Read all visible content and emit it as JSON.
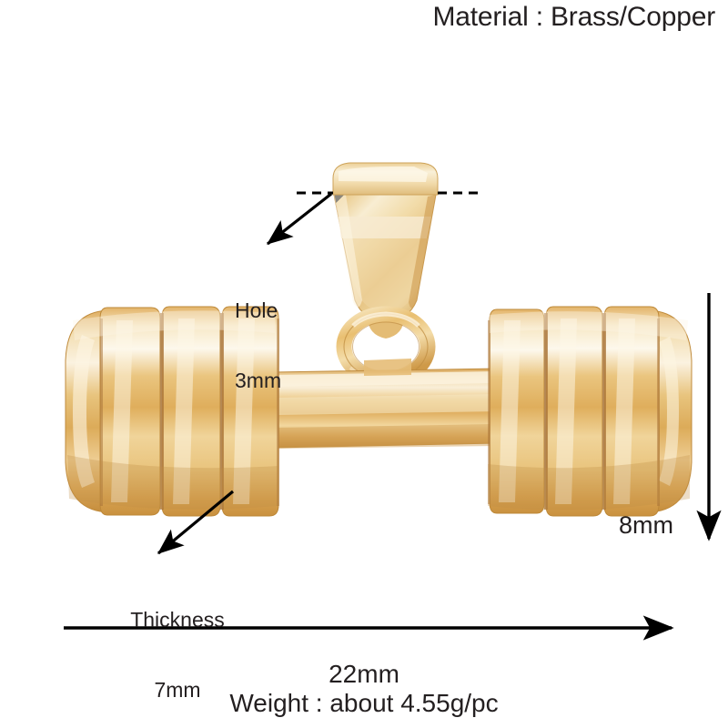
{
  "product": {
    "type": "dumbbell-pendant-charm",
    "material_text": "Material : Brass/Copper",
    "weight_text": "Weight : about 4.55g/pc"
  },
  "annotations": {
    "hole": {
      "line1": "Hole",
      "line2": "3mm",
      "full": "Hole 3mm"
    },
    "thickness": {
      "line1": "Thickness",
      "line2": "7mm",
      "full": "Thickness 7mm"
    },
    "height": "8mm",
    "width": "22mm"
  },
  "colors": {
    "background": "#ffffff",
    "text": "#231f20",
    "gold_light": "#f6e6c2",
    "gold_mid": "#e8bf79",
    "gold_deep": "#d3a14d",
    "gold_shadow": "#a9743a",
    "gold_highlight": "#fdf6e6",
    "arrow": "#000000"
  }
}
